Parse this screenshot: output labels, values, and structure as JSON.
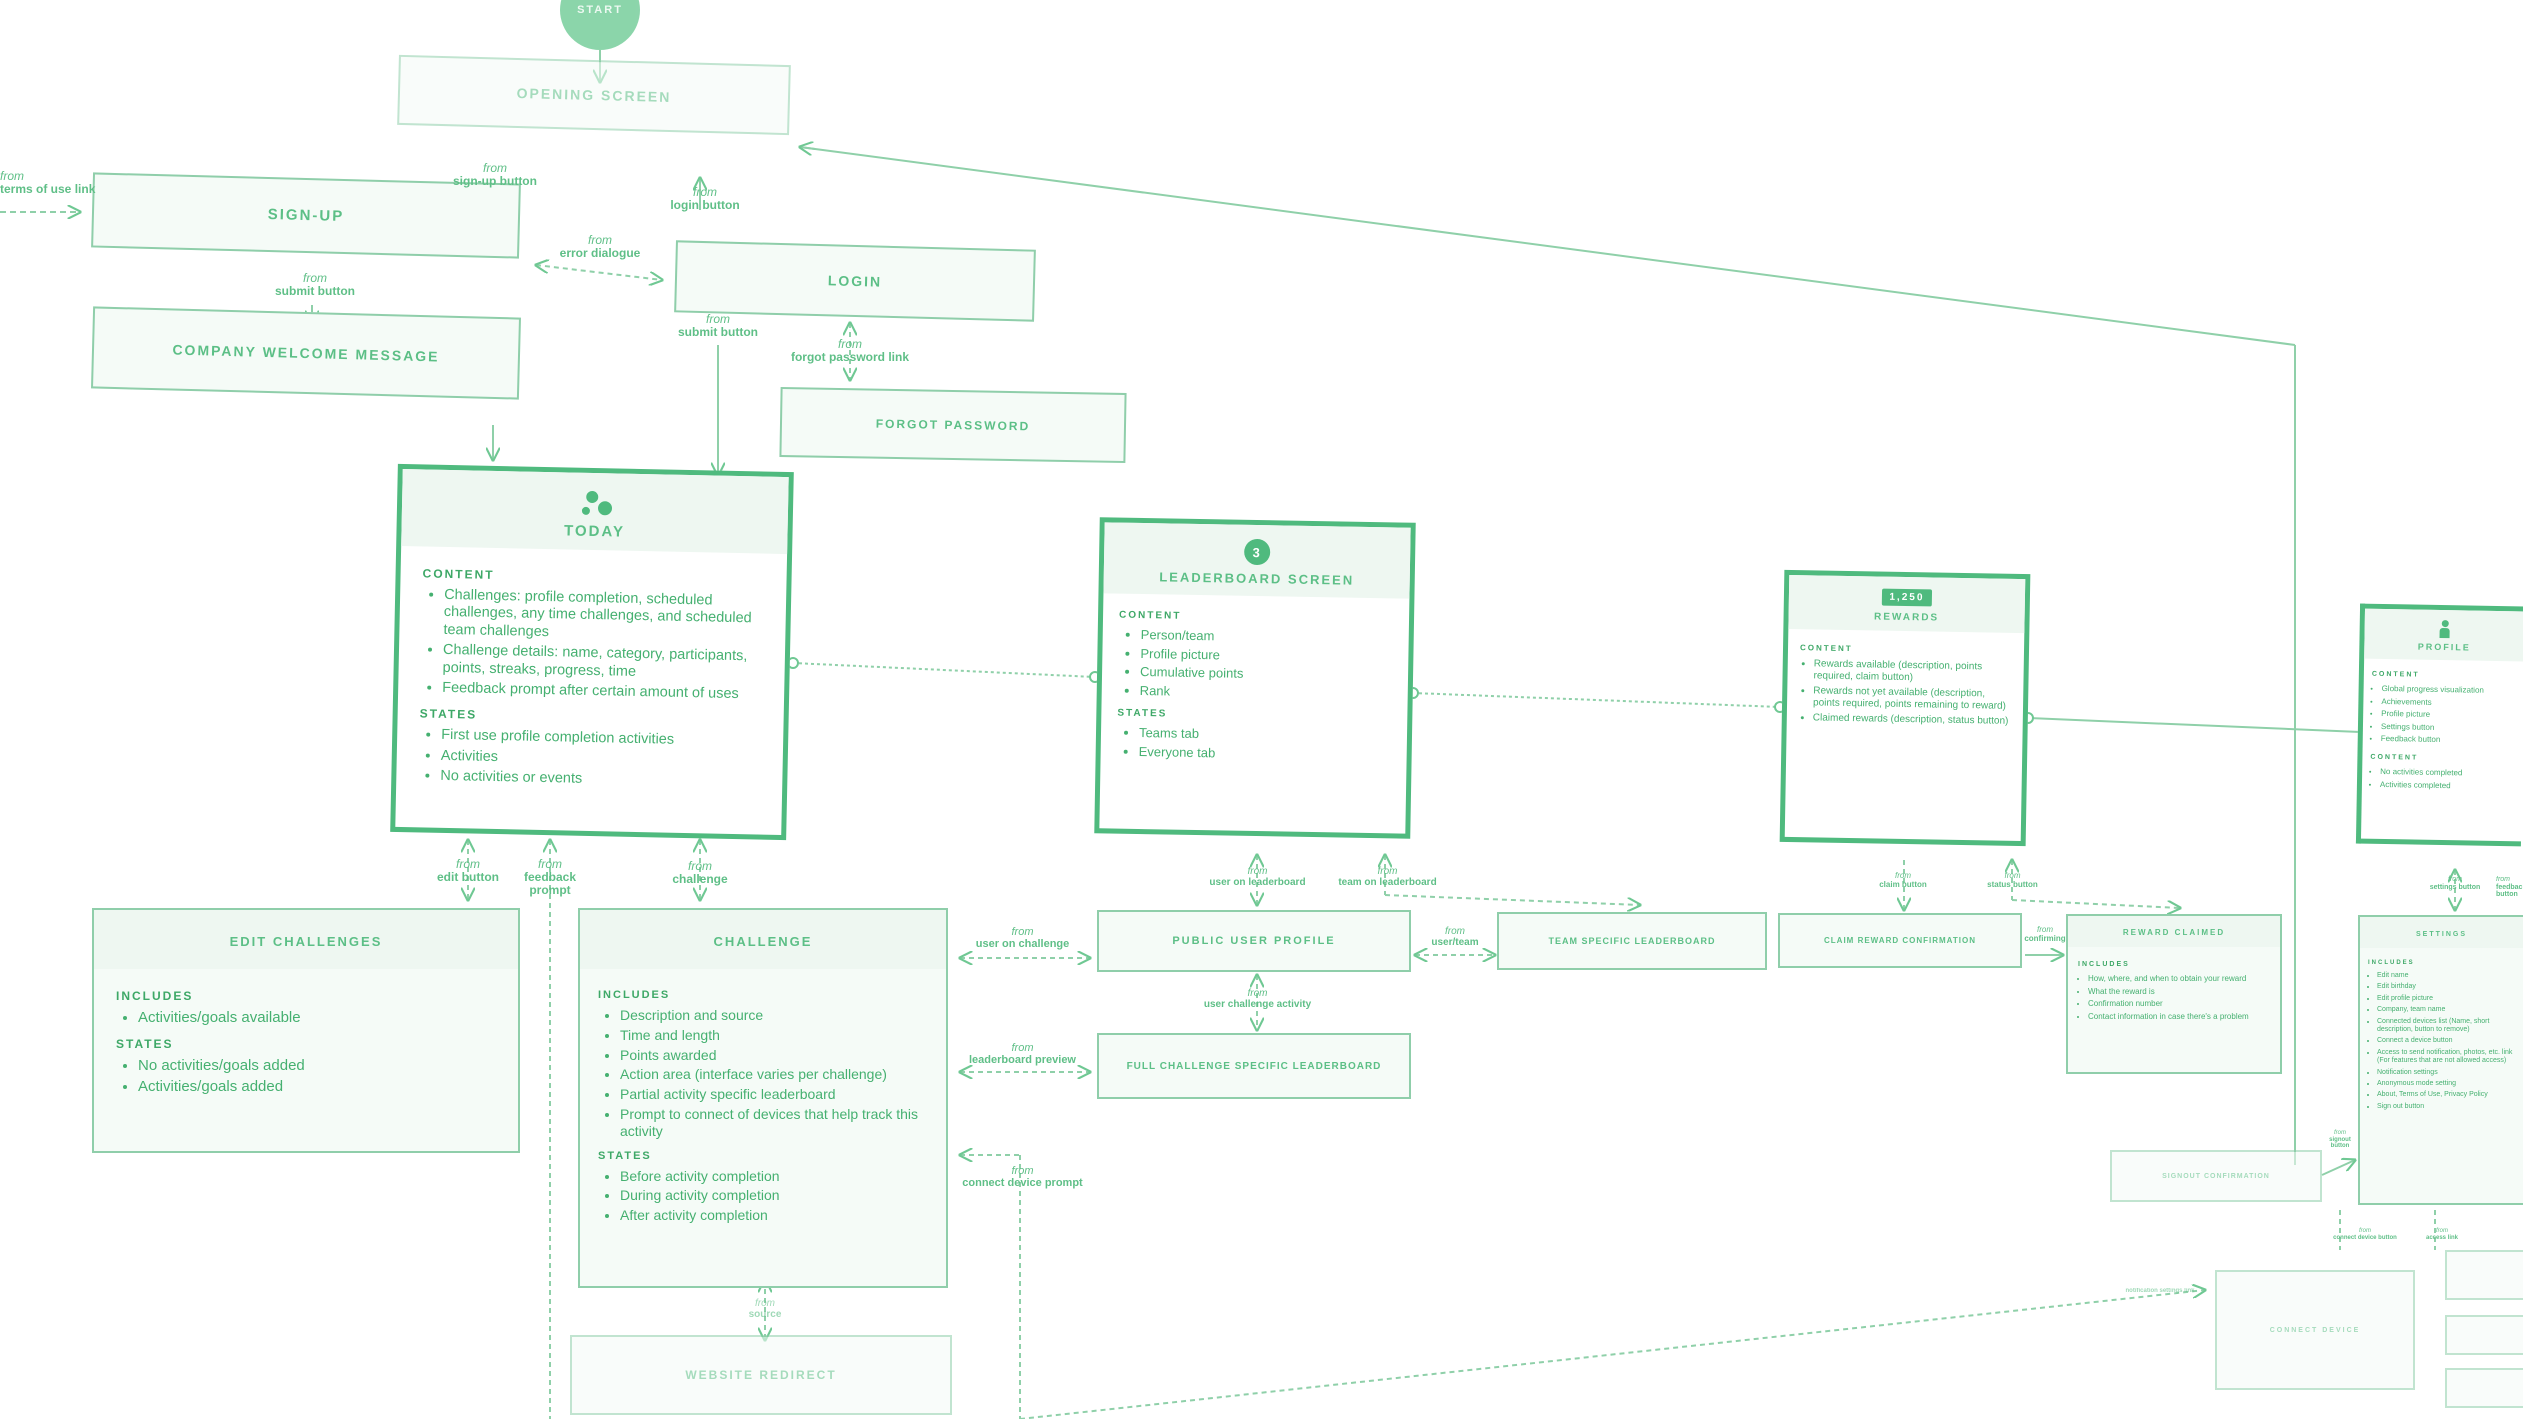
{
  "start": "START",
  "opening_screen": "OPENING SCREEN",
  "signup": "SIGN-UP",
  "login": "LOGIN",
  "company_welcome": "COMPANY WELCOME MESSAGE",
  "forgot_password": "FORGOT PASSWORD",
  "today": {
    "title": "TODAY",
    "content_label": "CONTENT",
    "content": [
      "Challenges: profile completion, scheduled challenges, any time challenges, and scheduled team challenges",
      "Challenge details: name, category, participants, points, streaks, progress, time",
      "Feedback prompt after certain amount of uses"
    ],
    "states_label": "STATES",
    "states": [
      "First use profile completion activities",
      "Activities",
      "No activities or events"
    ]
  },
  "leaderboard": {
    "badge": "3",
    "title": "LEADERBOARD SCREEN",
    "content_label": "CONTENT",
    "content": [
      "Person/team",
      "Profile picture",
      "Cumulative points",
      "Rank"
    ],
    "states_label": "STATES",
    "states": [
      "Teams tab",
      "Everyone tab"
    ]
  },
  "rewards": {
    "badge": "1,250",
    "title": "REWARDS",
    "content_label": "CONTENT",
    "content": [
      "Rewards available (description, points required, claim button)",
      "Rewards not yet available (description, points required, points remaining to reward)",
      "Claimed rewards (description, status button)"
    ]
  },
  "profile": {
    "title": "PROFILE",
    "content_label": "CONTENT",
    "content": [
      "Global progress visualization",
      "Achievements",
      "Profile picture",
      "Settings button",
      "Feedback button"
    ],
    "content2_label": "CONTENT",
    "content2": [
      "No activities completed",
      "Activities completed"
    ]
  },
  "edit_challenges": {
    "title": "EDIT CHALLENGES",
    "includes_label": "INCLUDES",
    "includes": [
      "Activities/goals available"
    ],
    "states_label": "STATES",
    "states": [
      "No activities/goals added",
      "Activities/goals added"
    ]
  },
  "challenge": {
    "title": "CHALLENGE",
    "includes_label": "INCLUDES",
    "includes": [
      "Description and source",
      "Time and length",
      "Points awarded",
      "Action area (interface varies per challenge)",
      "Partial activity specific leaderboard",
      "Prompt to connect of devices that help track this activity"
    ],
    "states_label": "STATES",
    "states": [
      "Before activity completion",
      "During activity completion",
      "After activity completion"
    ]
  },
  "public_user_profile": "PUBLIC USER PROFILE",
  "team_specific_leaderboard": "TEAM SPECIFIC LEADERBOARD",
  "full_challenge_leaderboard": "FULL CHALLENGE SPECIFIC LEADERBOARD",
  "claim_reward_confirmation": "CLAIM REWARD CONFIRMATION",
  "reward_claimed": {
    "title": "REWARD CLAIMED",
    "includes_label": "INCLUDES",
    "includes": [
      "How, where, and when to obtain your reward",
      "What the reward is",
      "Confirmation number",
      "Contact information in case there's a problem"
    ]
  },
  "settings": {
    "title": "SETTINGS",
    "includes_label": "INCLUDES",
    "includes": [
      "Edit name",
      "Edit birthday",
      "Edit profile picture",
      "Company, team name",
      "Connected devices list (Name, short description, button to remove)",
      "Connect a device button",
      "Access to send notification, photos, etc. link (For features that are not allowed access)",
      "Notification settings",
      "Anonymous mode setting",
      "About, Terms of Use, Privacy Policy",
      "Sign out button"
    ]
  },
  "signout_confirmation": "SIGNOUT CONFIRMATION",
  "website_redirect": "WEBSITE REDIRECT",
  "connect_device": "CONNECT DEVICE",
  "connectors": {
    "terms_of_use": {
      "f": "from",
      "t": "terms of use link"
    },
    "signup_button": {
      "f": "from",
      "t": "sign-up button"
    },
    "login_button": {
      "f": "from",
      "t": "login button"
    },
    "error_dialogue": {
      "f": "from",
      "t": "error dialogue"
    },
    "submit_button_1": {
      "f": "from",
      "t": "submit button"
    },
    "submit_button_2": {
      "f": "from",
      "t": "submit button"
    },
    "forgot_password_link": {
      "f": "from",
      "t": "forgot password link"
    },
    "edit_button": {
      "f": "from",
      "t": "edit button"
    },
    "feedback_prompt": {
      "f": "from",
      "t": "feedback prompt"
    },
    "challenge": {
      "f": "from",
      "t": "challenge"
    },
    "user_on_challenge": {
      "f": "from",
      "t": "user on challenge"
    },
    "leaderboard_preview": {
      "f": "from",
      "t": "leaderboard preview"
    },
    "connect_device_prompt": {
      "f": "from",
      "t": "connect device prompt"
    },
    "user_on_leaderboard": {
      "f": "from",
      "t": "user on leaderboard"
    },
    "team_on_leaderboard": {
      "f": "from",
      "t": "team on leaderboard"
    },
    "user_team": {
      "f": "from",
      "t": "user/team"
    },
    "user_challenge_activity": {
      "f": "from",
      "t": "user challenge activity"
    },
    "claim_button": {
      "f": "from",
      "t": "claim button"
    },
    "status_button": {
      "f": "from",
      "t": "status button"
    },
    "confirming": {
      "f": "from",
      "t": "confirming"
    },
    "settings_button": {
      "f": "from",
      "t": "settings button"
    },
    "feedback_button": {
      "f": "from",
      "t": "feedback button"
    },
    "signout_button": {
      "f": "from",
      "t": "signout button"
    },
    "connect_device_button": {
      "f": "from",
      "t": "connect device button"
    },
    "access_link": {
      "f": "from",
      "t": "access link"
    },
    "source": {
      "f": "from",
      "t": "source"
    },
    "notification": {
      "t": "notification settings link"
    }
  }
}
